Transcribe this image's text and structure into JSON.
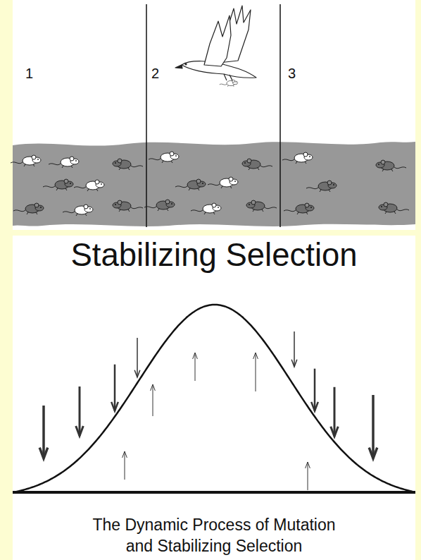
{
  "diagram": {
    "title": "Stabilizing Selection",
    "caption": "The Dynamic Process of Mutation and Stabilizing Selection",
    "labels": [
      "1",
      "2",
      "3"
    ]
  }
}
